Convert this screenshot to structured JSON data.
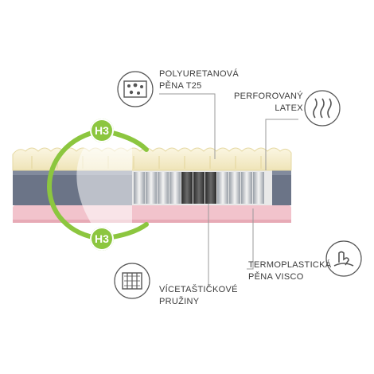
{
  "colors": {
    "latex": "#f6efcf",
    "foam": "#6b7487",
    "visco": "#f2c3cc",
    "accent": "#8cc63f",
    "line": "#9a9a9a",
    "text": "#3b3b3b"
  },
  "hardness": {
    "top_label": "H3",
    "bottom_label": "H3"
  },
  "labels": {
    "polyurethane": {
      "line1": "POLYURETANOVÁ",
      "line2": "PĚNA T25",
      "icon": "foam-cells-icon"
    },
    "latex": {
      "line1": "PERFOROVANÝ",
      "line2": "LATEX",
      "icon": "waves-icon"
    },
    "visco": {
      "line1": "TERMOPLASTICKÁ",
      "line2": "PĚNA VISCO",
      "icon": "memory-foam-hand-icon"
    },
    "springs": {
      "line1": "VÍCETAŠTIČKOVÉ",
      "line2": "PRUŽINY",
      "icon": "pocket-springs-icon"
    }
  }
}
